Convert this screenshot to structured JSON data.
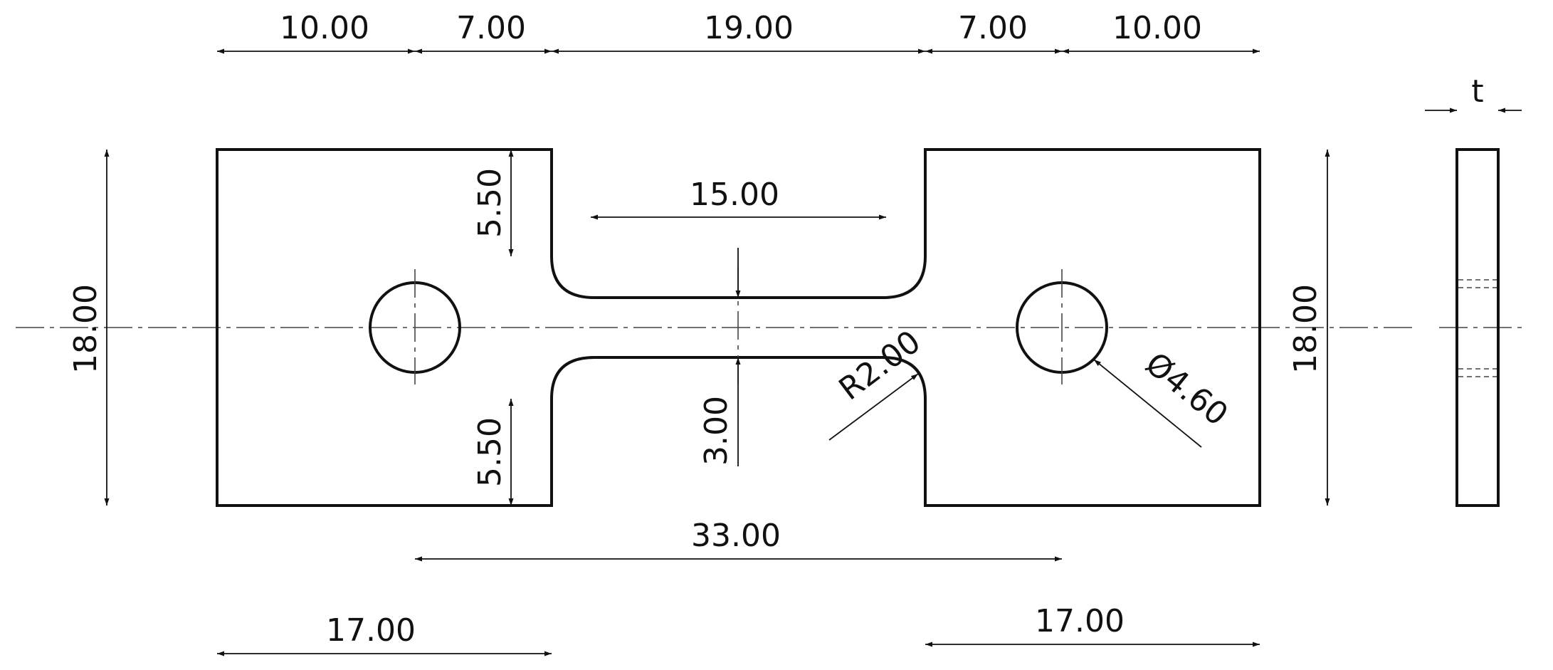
{
  "dimensions": {
    "top_left_end": "10.00",
    "top_left_shoulder": "7.00",
    "top_middle": "19.00",
    "top_right_shoulder": "7.00",
    "top_right_end": "10.00",
    "gauge_length": "15.00",
    "left_height": "18.00",
    "right_height": "18.00",
    "upper_shoulder": "5.50",
    "lower_shoulder": "5.50",
    "gauge_width": "3.00",
    "fillet_radius": "R2.00",
    "hole_diameter": "Ø4.60",
    "hole_spacing": "33.00",
    "left_grip_length": "17.00",
    "right_grip_length": "17.00",
    "thickness": "t"
  }
}
